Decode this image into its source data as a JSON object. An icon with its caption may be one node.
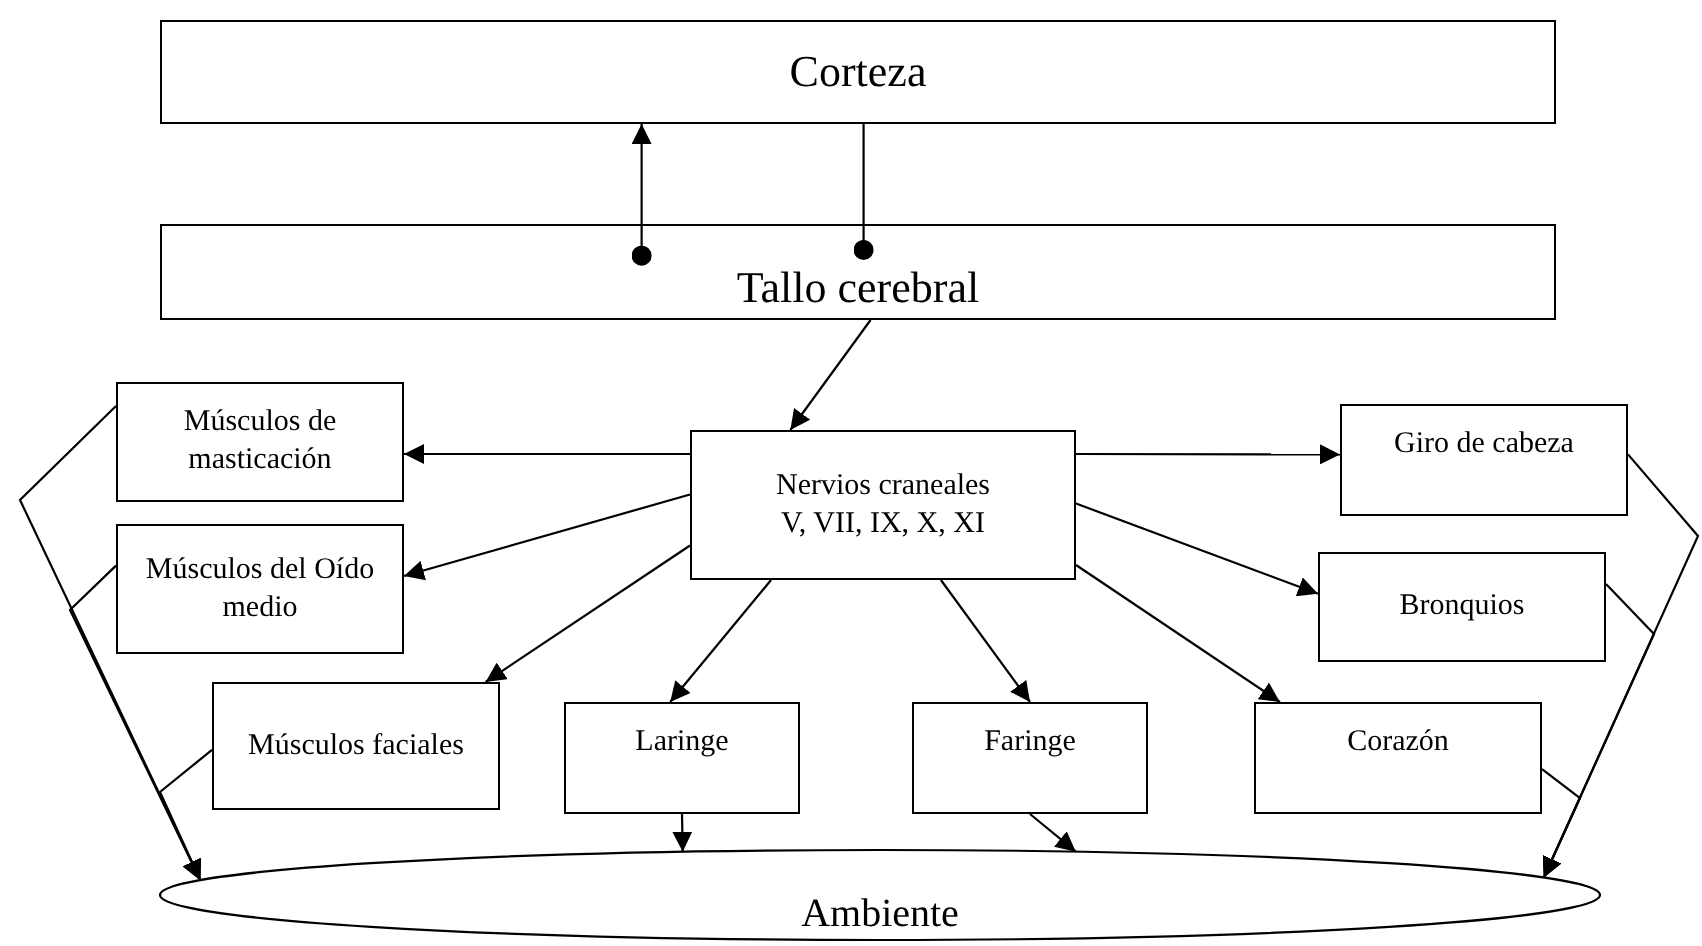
{
  "diagram": {
    "nodes": [
      {
        "text": [
          "Corteza"
        ]
      },
      {
        "text": [
          "Tallo cerebral"
        ]
      },
      {
        "text": [
          "Nervios craneales",
          "V, VII, IX, X, XI"
        ]
      },
      {
        "text": [
          "Músculos de masticación"
        ]
      },
      {
        "text": [
          "Músculos del Oído medio"
        ]
      },
      {
        "text": [
          "Músculos faciales"
        ]
      },
      {
        "text": [
          "Laringe"
        ]
      },
      {
        "text": [
          "Faringe"
        ]
      },
      {
        "text": [
          "Corazón"
        ]
      },
      {
        "text": [
          "Giro de cabeza"
        ]
      },
      {
        "text": [
          "Bronquios"
        ]
      },
      {
        "text": [
          "Ambiente"
        ]
      }
    ],
    "edges": [
      {
        "from": 1,
        "to": 0,
        "arrow": "to"
      },
      {
        "from": 0,
        "to": 1,
        "arrow": "other"
      },
      {
        "from": 1,
        "to": 2,
        "arrow": "to"
      },
      {
        "from": 2,
        "to": 3,
        "arrow": "to"
      },
      {
        "from": 2,
        "to": 4,
        "arrow": "to"
      },
      {
        "from": 2,
        "to": 5,
        "arrow": "to"
      },
      {
        "from": 2,
        "to": 6,
        "arrow": "to"
      },
      {
        "from": 2,
        "to": 7,
        "arrow": "to"
      },
      {
        "from": 2,
        "to": 8,
        "arrow": "to"
      },
      {
        "from": 2,
        "to": 10,
        "arrow": "to"
      },
      {
        "from": 2,
        "to": 9,
        "arrow": "to"
      },
      {
        "from": 6,
        "to": 11,
        "arrow": "to"
      },
      {
        "from": 7,
        "to": 11,
        "arrow": "to"
      },
      {
        "from": 3,
        "to": 11,
        "arrow": "to"
      },
      {
        "from": 4,
        "to": 11,
        "arrow": "to"
      },
      {
        "from": 5,
        "to": 11,
        "arrow": "to"
      },
      {
        "from": 9,
        "to": 11,
        "arrow": "to"
      },
      {
        "from": 10,
        "to": 11,
        "arrow": "to"
      },
      {
        "from": 8,
        "to": 11,
        "arrow": "to"
      }
    ]
  }
}
